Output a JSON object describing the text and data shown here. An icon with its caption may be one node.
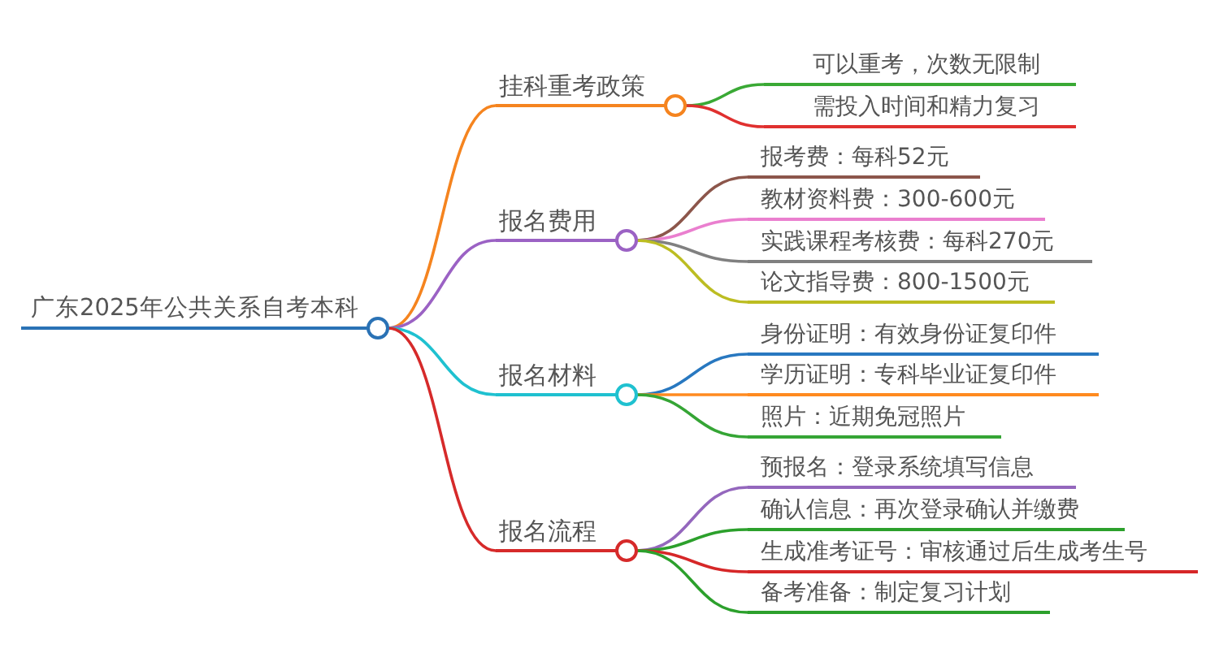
{
  "diagram": {
    "nodes": [
      {
        "text": [
          "广东2025年公共关系自考本科"
        ]
      },
      {
        "text": [
          "挂科重考政策"
        ]
      },
      {
        "text": [
          "可以重考，次数无限制"
        ]
      },
      {
        "text": [
          "需投入时间和精力复习"
        ]
      },
      {
        "text": [
          "报名费用"
        ]
      },
      {
        "text": [
          "报考费：每科52元"
        ]
      },
      {
        "text": [
          "教材资料费：300-600元"
        ]
      },
      {
        "text": [
          "实践课程考核费：每科270元"
        ]
      },
      {
        "text": [
          "论文指导费：800-1500元"
        ]
      },
      {
        "text": [
          "报名材料"
        ]
      },
      {
        "text": [
          "身份证明：有效身份证复印件"
        ]
      },
      {
        "text": [
          "学历证明：专科毕业证复印件"
        ]
      },
      {
        "text": [
          "照片：近期免冠照片"
        ]
      },
      {
        "text": [
          "报名流程"
        ]
      },
      {
        "text": [
          "预报名：登录系统填写信息"
        ]
      },
      {
        "text": [
          "确认信息：再次登录确认并缴费"
        ]
      },
      {
        "text": [
          "生成准考证号：审核通过后生成考生号"
        ]
      },
      {
        "text": [
          "备考准备：制定复习计划"
        ]
      }
    ],
    "edges": [
      {
        "from": 0,
        "to": 1,
        "arrow": "none",
        "color": "#f5841f"
      },
      {
        "from": 1,
        "to": 2,
        "arrow": "none",
        "color": "#3aa935"
      },
      {
        "from": 1,
        "to": 3,
        "arrow": "none",
        "color": "#e0302f"
      },
      {
        "from": 0,
        "to": 4,
        "arrow": "none",
        "color": "#9b62c4"
      },
      {
        "from": 4,
        "to": 5,
        "arrow": "none",
        "color": "#8c564b"
      },
      {
        "from": 4,
        "to": 6,
        "arrow": "none",
        "color": "#ea7fcf"
      },
      {
        "from": 4,
        "to": 7,
        "arrow": "none",
        "color": "#808080"
      },
      {
        "from": 4,
        "to": 8,
        "arrow": "none",
        "color": "#bcbd22"
      },
      {
        "from": 0,
        "to": 9,
        "arrow": "none",
        "color": "#1fc1d0"
      },
      {
        "from": 9,
        "to": 10,
        "arrow": "none",
        "color": "#2878c0"
      },
      {
        "from": 9,
        "to": 11,
        "arrow": "none",
        "color": "#ff8a1f"
      },
      {
        "from": 9,
        "to": 12,
        "arrow": "none",
        "color": "#35a535"
      },
      {
        "from": 0,
        "to": 13,
        "arrow": "none",
        "color": "#d62a2a"
      },
      {
        "from": 13,
        "to": 14,
        "arrow": "none",
        "color": "#9467bd"
      },
      {
        "from": 13,
        "to": 15,
        "arrow": "none",
        "color": "#2ca02c"
      },
      {
        "from": 13,
        "to": 16,
        "arrow": "none",
        "color": "#d62728"
      },
      {
        "from": 13,
        "to": 17,
        "arrow": "none",
        "color": "#2ca02c"
      }
    ]
  }
}
